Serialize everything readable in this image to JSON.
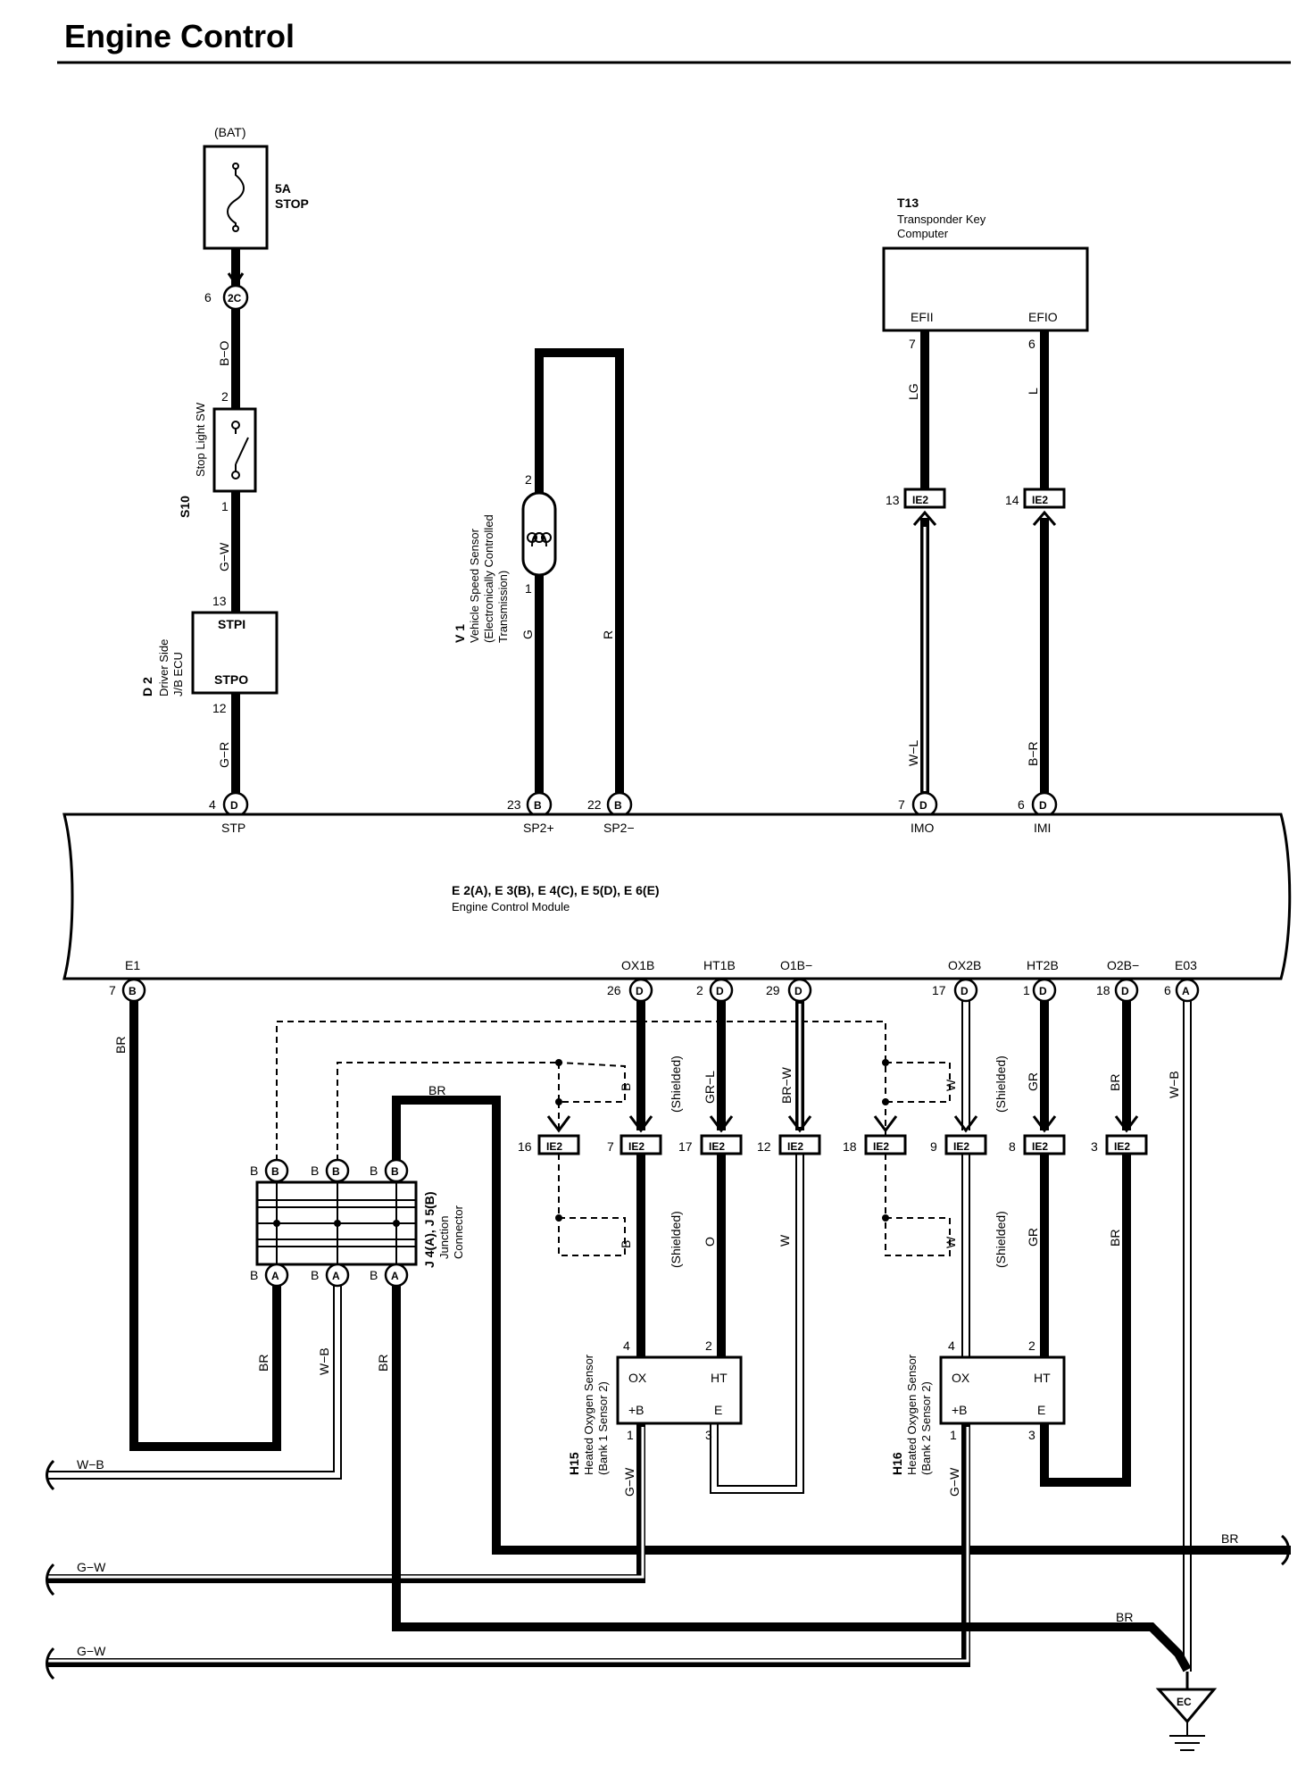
{
  "page": {
    "title": "Engine Control"
  },
  "fuse": {
    "source": "(BAT)",
    "rating": "5A",
    "name": "STOP"
  },
  "connectors": {
    "c2C": "2C",
    "cD": "D",
    "cB": "B",
    "cA": "A",
    "cIE2": "IE2",
    "cEC": "EC"
  },
  "stop_light": {
    "id": "S10",
    "name": "Stop Light SW",
    "pin_top": "2",
    "pin_bottom": "1"
  },
  "jb_ecu": {
    "id": "D 2",
    "name_line1": "Driver Side",
    "name_line2": "J/B ECU",
    "pin_in": "13",
    "pin_out": "12",
    "term_in": "STPI",
    "term_out": "STPO"
  },
  "vss": {
    "id": "V 1",
    "name_line1": "Vehicle Speed Sensor",
    "name_line2": "(Electronically Controlled",
    "name_line3": "Transmission)",
    "pin_top": "2",
    "pin_bottom": "1"
  },
  "transponder": {
    "id": "T13",
    "name_line1": "Transponder Key",
    "name_line2": "Computer",
    "term_left": "EFII",
    "term_right": "EFIO",
    "pin_left": "7",
    "pin_right": "6"
  },
  "ecm": {
    "ids": "E 2(A), E 3(B), E 4(C), E 5(D), E 6(E)",
    "name": "Engine Control Module",
    "top_pins": [
      {
        "pin": "4",
        "term": "STP"
      },
      {
        "pin": "23",
        "term": "SP2+"
      },
      {
        "pin": "22",
        "term": "SP2−"
      },
      {
        "pin": "7",
        "term": "IMO"
      },
      {
        "pin": "6",
        "term": "IMI"
      }
    ],
    "bottom_pins": [
      {
        "pin": "7",
        "term": "E1"
      },
      {
        "pin": "26",
        "term": "OX1B"
      },
      {
        "pin": "2",
        "term": "HT1B"
      },
      {
        "pin": "29",
        "term": "O1B−"
      },
      {
        "pin": "17",
        "term": "OX2B"
      },
      {
        "pin": "1",
        "term": "HT2B"
      },
      {
        "pin": "18",
        "term": "O2B−"
      },
      {
        "pin": "6",
        "term": "E03"
      }
    ]
  },
  "ie2_pins": [
    "13",
    "14",
    "16",
    "7",
    "17",
    "12",
    "18",
    "9",
    "8",
    "3"
  ],
  "junction": {
    "id": "J 4(A), J 5(B)",
    "name_line1": "Junction",
    "name_line2": "Connector",
    "pin_label": "B"
  },
  "h15": {
    "id": "H15",
    "name_line1": "Heated Oxygen Sensor",
    "name_line2": "(Bank 1 Sensor 2)",
    "t_ox": "OX",
    "t_ht": "HT",
    "t_b": "+B",
    "t_e": "E",
    "p_ox": "4",
    "p_ht": "2",
    "p_b": "1",
    "p_e": "3"
  },
  "h16": {
    "id": "H16",
    "name_line1": "Heated Oxygen Sensor",
    "name_line2": "(Bank 2 Sensor 2)",
    "t_ox": "OX",
    "t_ht": "HT",
    "t_b": "+B",
    "t_e": "E",
    "p_ox": "4",
    "p_ht": "2",
    "p_b": "1",
    "p_e": "3"
  },
  "shielded": "(Shielded)",
  "wire_colors": {
    "b_o": "B−O",
    "g_w": "G−W",
    "g_r": "G−R",
    "g": "G",
    "r": "R",
    "lg": "LG",
    "l": "L",
    "w_l": "W−L",
    "b_r": "B−R",
    "br": "BR",
    "b": "B",
    "gr_l": "GR−L",
    "br_w": "BR−W",
    "w": "W",
    "gr": "GR",
    "w_b": "W−B",
    "o": "O"
  }
}
